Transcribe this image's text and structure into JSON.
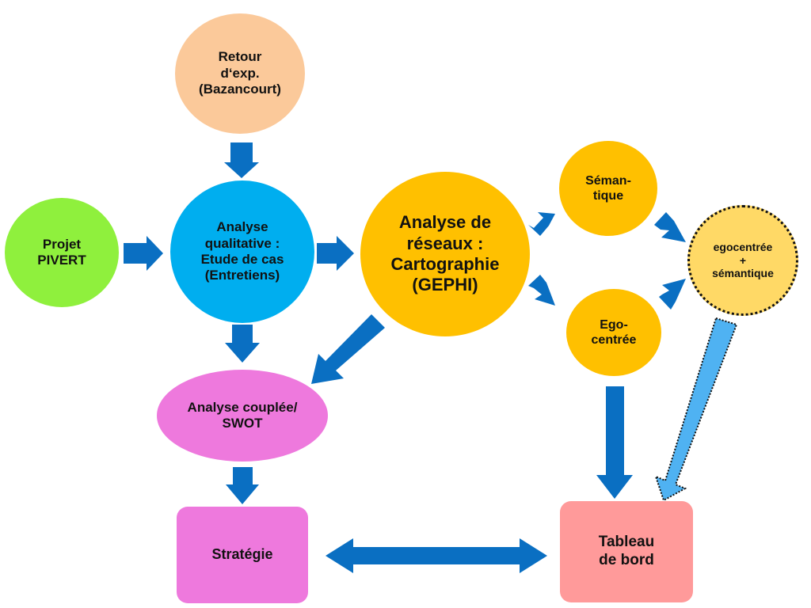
{
  "nodes": {
    "retour": {
      "label": "Retour\nd‘exp.\n(Bazancourt)",
      "color": "#FBC99A"
    },
    "pivert": {
      "label": "Projet\nPIVERT",
      "color": "#8FF03D"
    },
    "qualitative": {
      "label": "Analyse\nqualitative :\nEtude de cas\n(Entretiens)",
      "color": "#00AEEF"
    },
    "reseaux": {
      "label": "Analyse de\nréseaux :\nCartographie\n(GEPHI)",
      "color": "#FFC000"
    },
    "semantique": {
      "label": "Séman-\ntique",
      "color": "#FFC000"
    },
    "egocentree": {
      "label": "Ego-\ncentrée",
      "color": "#FFC000"
    },
    "ego_sem": {
      "label": "egocentrée\n+\nsémantique",
      "color": "#FFD966"
    },
    "couplee": {
      "label": "Analyse couplée/\nSWOT",
      "color": "#EE79DD"
    },
    "strategie": {
      "label": "Stratégie",
      "color": "#EE79DD"
    },
    "tableau": {
      "label": "Tableau\nde bord",
      "color": "#FF9A9A"
    }
  },
  "colors": {
    "arrow": "#0A6FC2",
    "dashed_arrow_fill": "#4FB2F2",
    "dotted_border": "#111111"
  }
}
